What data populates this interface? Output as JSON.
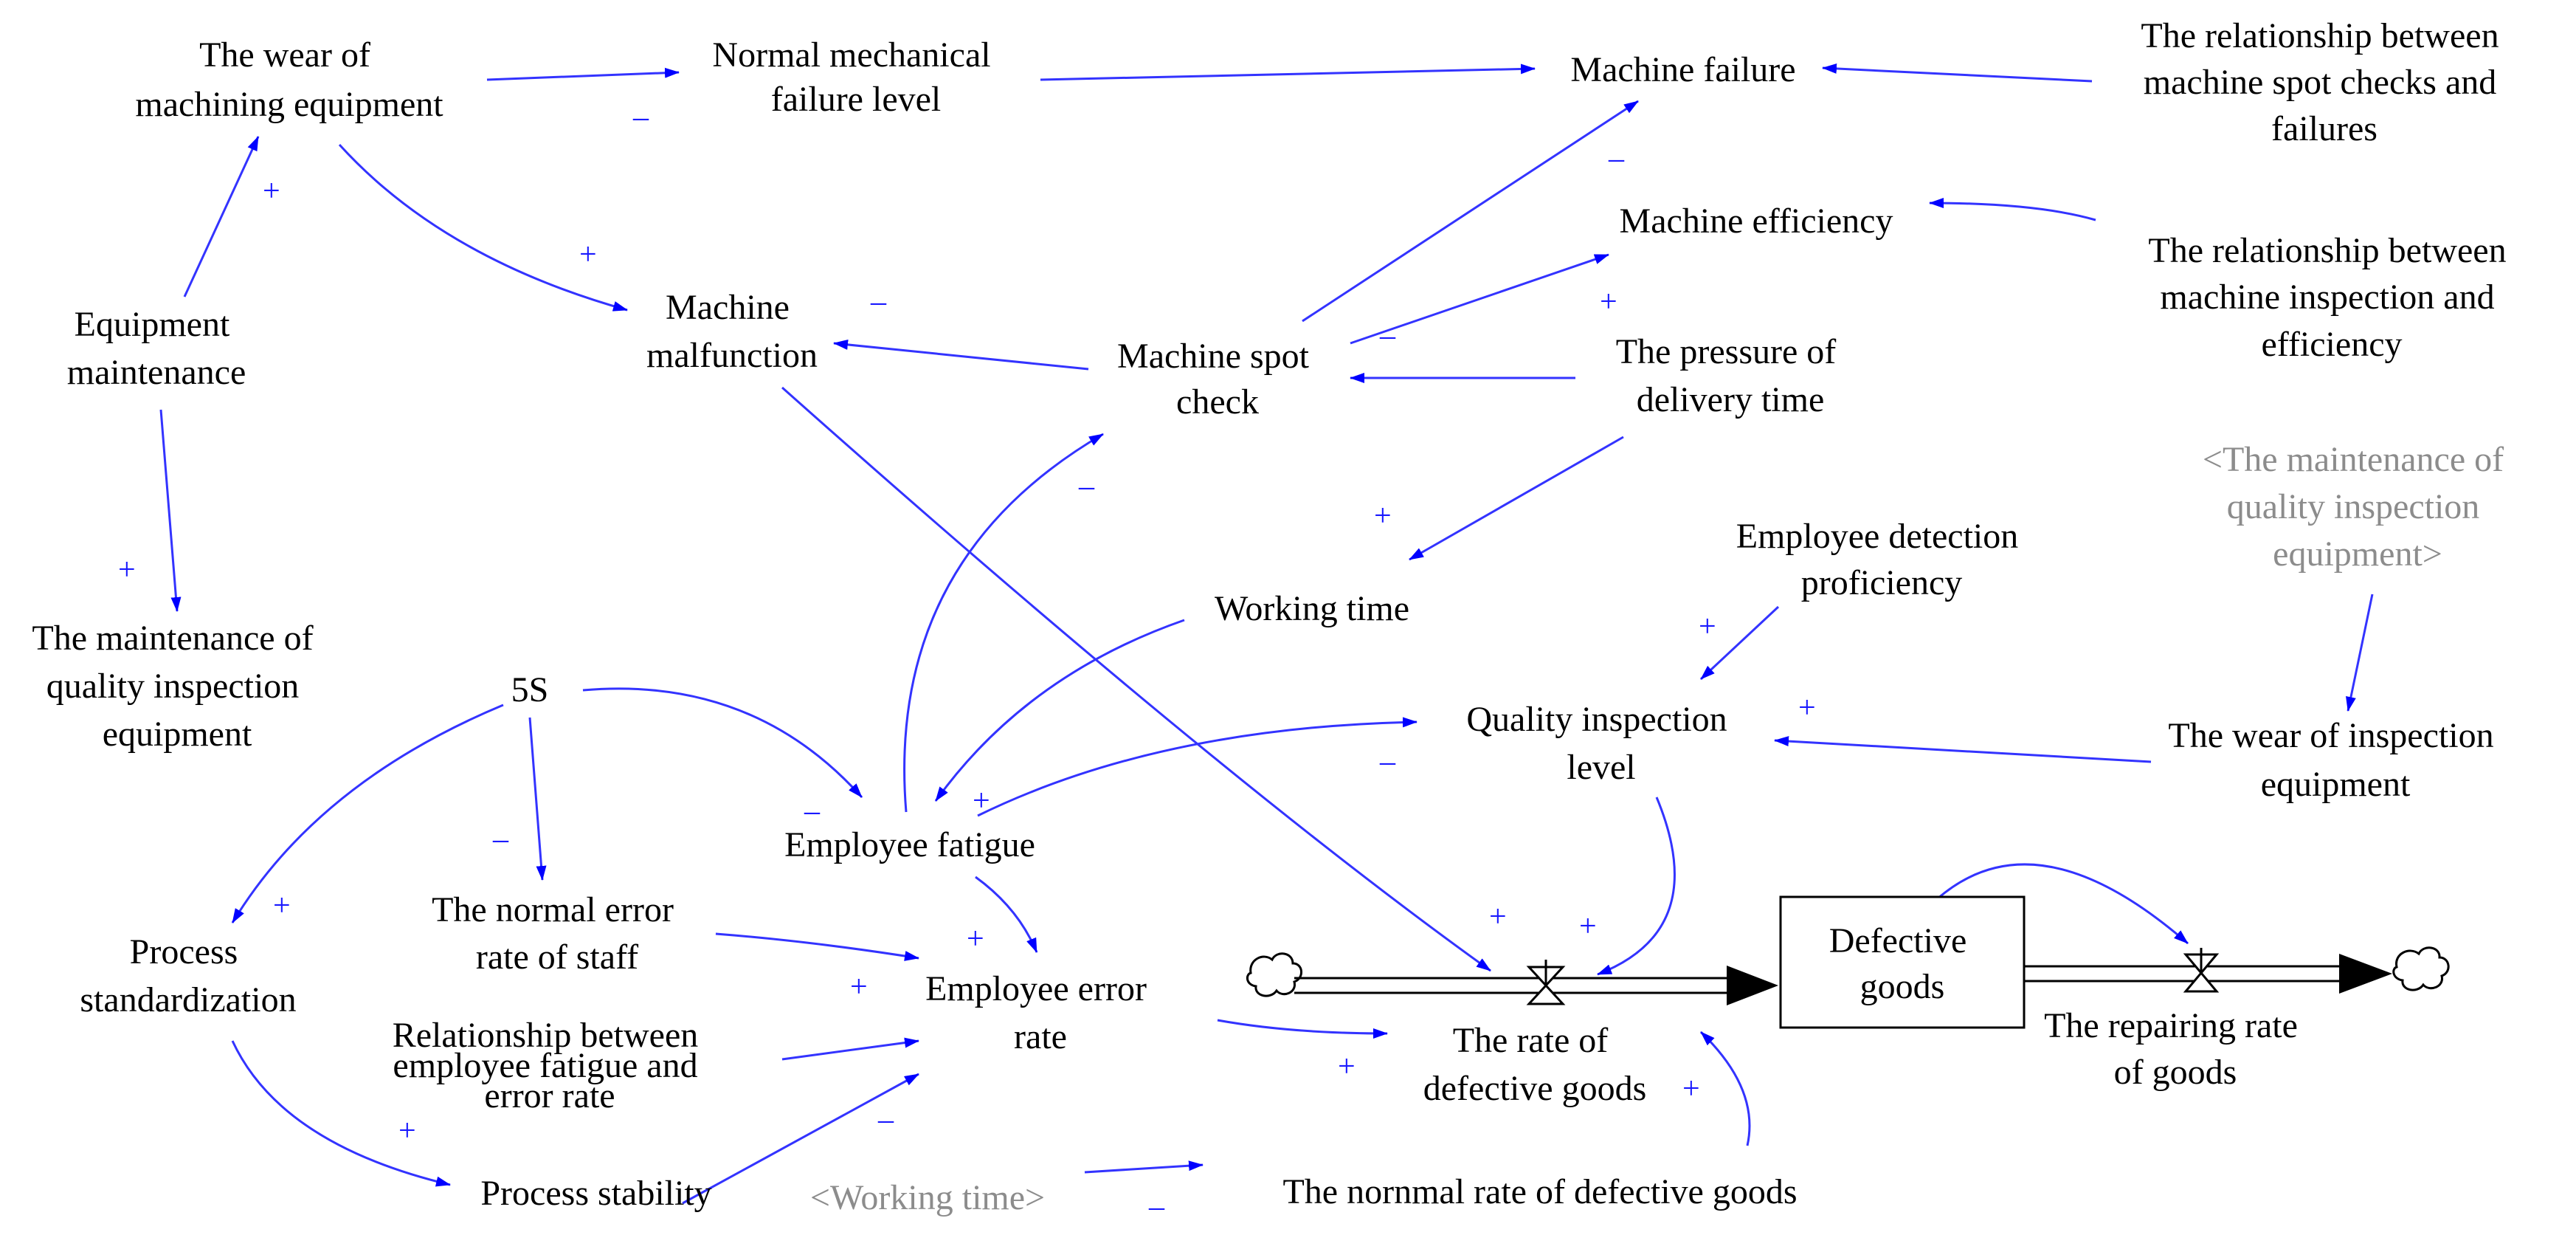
{
  "colors": {
    "link": "#3333ff",
    "arrowhead": "#0000ff",
    "polarity": "#1a1aff",
    "shadow_variable": "#8c8c8c",
    "text": "#000000"
  },
  "variables": {
    "wear_machining": [
      "The wear of",
      "machining equipment"
    ],
    "normal_mech_failure": [
      "Normal mechanical",
      "failure level"
    ],
    "machine_failure": [
      "Machine failure"
    ],
    "rel_spot_failure": [
      "The relationship between",
      "machine spot checks and",
      "failures"
    ],
    "machine_efficiency": [
      "Machine efficiency"
    ],
    "rel_inspection_efficiency": [
      "The relationship between",
      "machine inspection and",
      "efficiency"
    ],
    "equipment_maintenance": [
      "Equipment",
      "maintenance"
    ],
    "machine_malfunction": [
      "Machine",
      "malfunction"
    ],
    "machine_spot_check": [
      "Machine spot",
      "check"
    ],
    "pressure_delivery": [
      "The pressure of",
      "delivery time"
    ],
    "shadow_maint_qi": [
      "<The maintenance of",
      "quality inspection",
      "equipment>"
    ],
    "maint_qi_equipment": [
      "The maintenance of",
      "quality inspection",
      "equipment"
    ],
    "working_time": [
      "Working time"
    ],
    "employee_detection": [
      "Employee detection",
      "proficiency"
    ],
    "five_s": [
      "5S"
    ],
    "quality_inspection_level": [
      "Quality inspection",
      "level"
    ],
    "wear_inspection": [
      "The wear of inspection",
      "equipment"
    ],
    "employee_fatigue": [
      "Employee fatigue"
    ],
    "process_standardization": [
      "Process",
      "standardization"
    ],
    "normal_error_rate": [
      "The normal error",
      "rate of staff"
    ],
    "employee_error_rate": [
      "Employee error",
      "rate"
    ],
    "rel_fatigue_error": [
      "Relationship between",
      "employee fatigue and",
      "error rate"
    ],
    "rate_defective": [
      "The rate of",
      "defective goods"
    ],
    "repairing_rate": [
      "The repairing rate",
      "of goods"
    ],
    "process_stability": [
      "Process stability"
    ],
    "shadow_working_time": [
      "<Working time>"
    ],
    "normal_rate_defective": [
      "The nornmal rate of defective goods"
    ]
  },
  "stock": {
    "defective_goods": [
      "Defective",
      "goods"
    ]
  },
  "polarity": {
    "plus": "+",
    "minus": "–"
  }
}
